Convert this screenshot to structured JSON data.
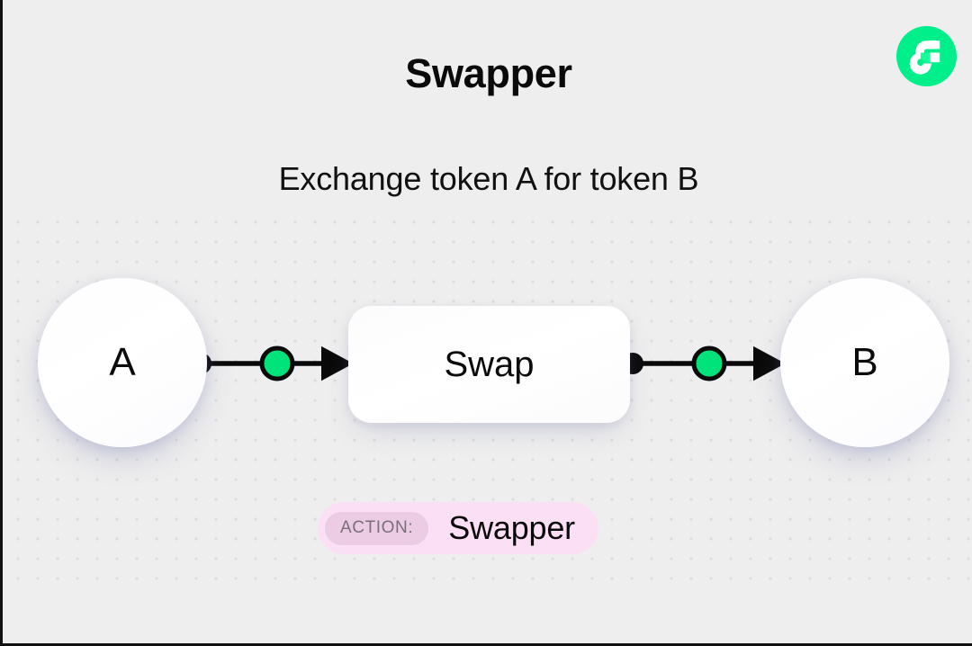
{
  "header": {
    "title": "Swapper",
    "subtitle": "Exchange token A for token B",
    "logo_icon": "flow-logo-icon",
    "logo_color": "#00ef8b"
  },
  "diagram": {
    "type": "flow",
    "background_color": "#eeeeee",
    "dot_color": "#dddcdc",
    "accent_color": "#00e27a",
    "stroke_color": "#0a0a0a",
    "nodes": [
      {
        "id": "a",
        "label": "A",
        "shape": "circle"
      },
      {
        "id": "swap",
        "label": "Swap",
        "shape": "rounded-rect"
      },
      {
        "id": "b",
        "label": "B",
        "shape": "circle"
      }
    ],
    "edges": [
      {
        "from": "a",
        "to": "swap",
        "marker": "arrow",
        "has_token": true
      },
      {
        "from": "swap",
        "to": "b",
        "marker": "arrow",
        "has_token": true
      }
    ]
  },
  "action_badge": {
    "chip_label": "ACTION:",
    "value": "Swapper",
    "background_color": "#fbe0f5",
    "chip_background_color": "#eccbe4"
  }
}
